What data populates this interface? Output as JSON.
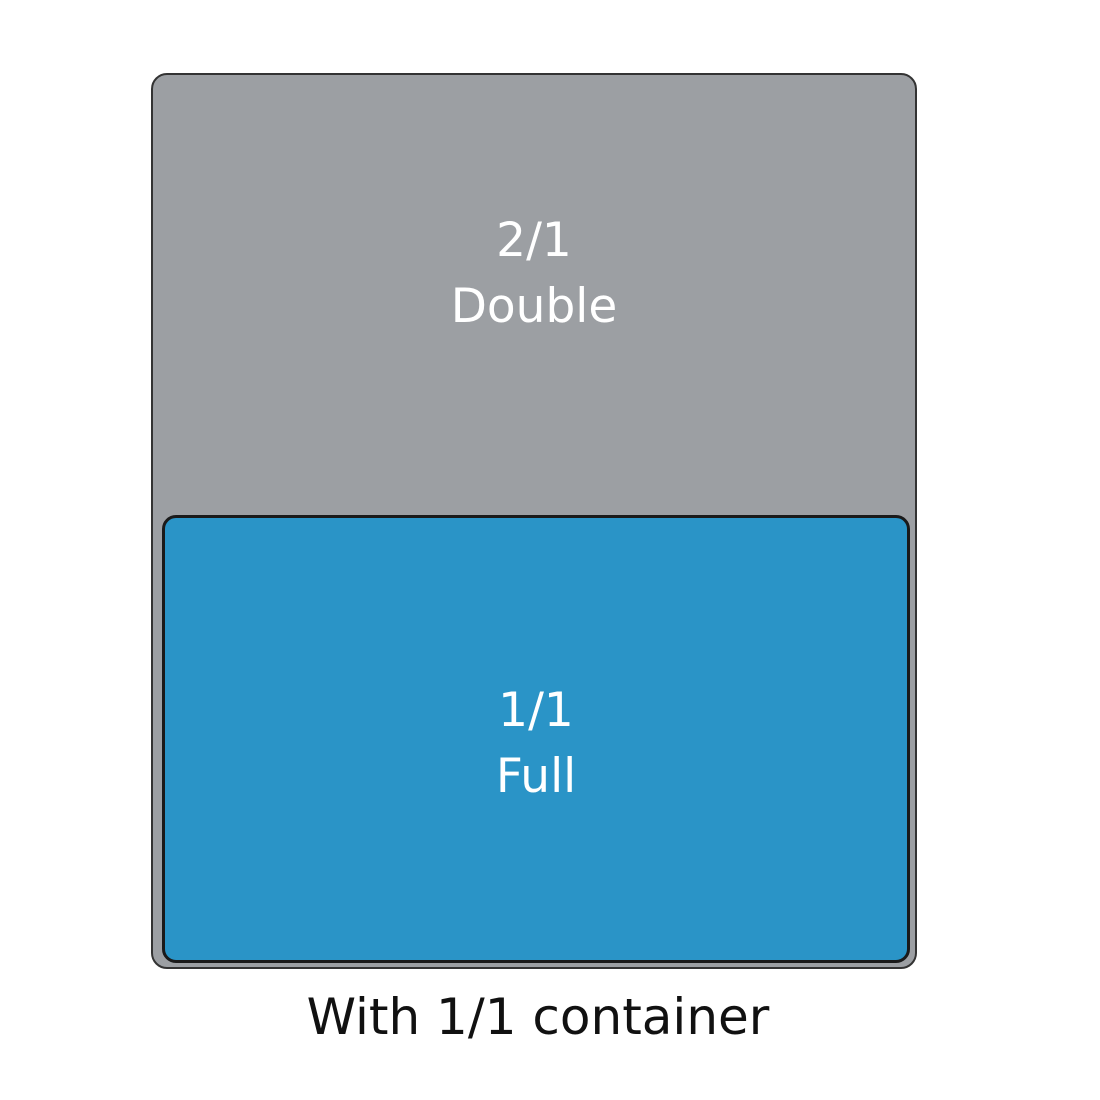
{
  "outer": {
    "fraction": "2/1",
    "name": "Double",
    "color": "#9c9fa3"
  },
  "inner": {
    "fraction": "1/1",
    "name": "Full",
    "color": "#2a94c7"
  },
  "caption": "With 1/1 container"
}
